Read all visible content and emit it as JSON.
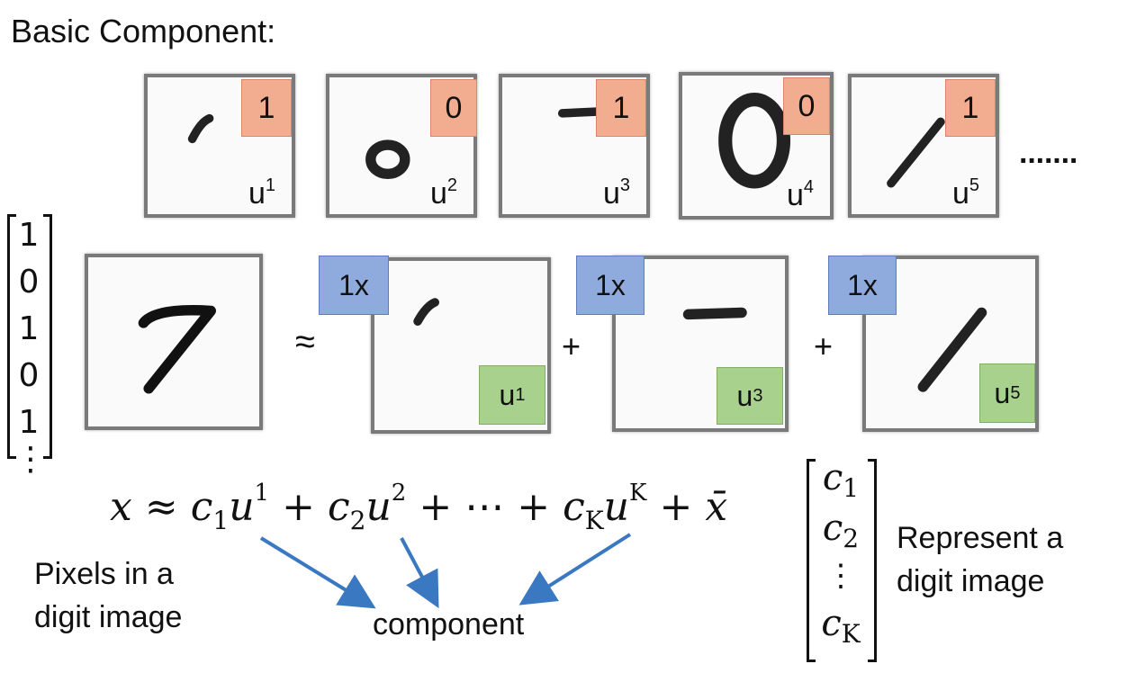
{
  "title": "Basic Component:",
  "components": [
    {
      "id": "u1",
      "badge": "1",
      "label": "u",
      "sup": "1"
    },
    {
      "id": "u2",
      "badge": "0",
      "label": "u",
      "sup": "2"
    },
    {
      "id": "u3",
      "badge": "1",
      "label": "u",
      "sup": "3"
    },
    {
      "id": "u4",
      "badge": "0",
      "label": "u",
      "sup": "4"
    },
    {
      "id": "u5",
      "badge": "1",
      "label": "u",
      "sup": "5"
    }
  ],
  "ellipsis": "·······",
  "binary_vector": [
    "1",
    "0",
    "1",
    "0",
    "1",
    "⋮"
  ],
  "approx_symbol": "≈",
  "plus_symbol": "+",
  "weights": [
    {
      "coef": "1x",
      "label": "u",
      "sup": "1"
    },
    {
      "coef": "1x",
      "label": "u",
      "sup": "3"
    },
    {
      "coef": "1x",
      "label": "u",
      "sup": "5"
    }
  ],
  "equation": {
    "x": "x",
    "approx": "≈",
    "c1": "c",
    "c1_sub": "1",
    "u1": "u",
    "u1_sup": "1",
    "plus1": "+",
    "c2": "c",
    "c2_sub": "2",
    "u2": "u",
    "u2_sup": "2",
    "plus2": "+",
    "dots": "⋯",
    "plus3": "+",
    "cK": "c",
    "cK_sub": "K",
    "uK": "u",
    "uK_sup": "K",
    "plus4": "+",
    "xbar": "x̄"
  },
  "pixels_label": "Pixels in a digit image",
  "component_label": "component",
  "c_vector": [
    {
      "sym": "c",
      "sub": "1"
    },
    {
      "sym": "c",
      "sub": "2"
    },
    {
      "sym": "⋮",
      "sub": ""
    },
    {
      "sym": "c",
      "sub": "K"
    }
  ],
  "represent_label": "Represent a digit image",
  "colors": {
    "orange_badge": "#f2ac8f",
    "green_badge": "#a9d18e",
    "blue_badge": "#8faadc",
    "arrow": "#3a78c2"
  }
}
